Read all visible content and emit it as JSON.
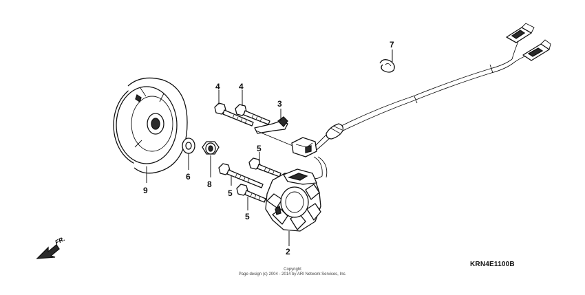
{
  "diagram": {
    "code": "KRN4E1100B",
    "direction_label": "FR.",
    "copyright_line1": "Copyright",
    "copyright_line2": "Page design (c) 2004 - 2014 by ARI Network Services, Inc."
  },
  "callouts": {
    "flywheel": "9",
    "washer": "6",
    "nut": "8",
    "bolt_top_left": "4",
    "bolt_top_right": "4",
    "wire_clamp": "3",
    "stator_bolt_a": "5",
    "stator_bolt_b": "5",
    "stator_bolt_c": "5",
    "stator": "2",
    "clip": "7"
  }
}
